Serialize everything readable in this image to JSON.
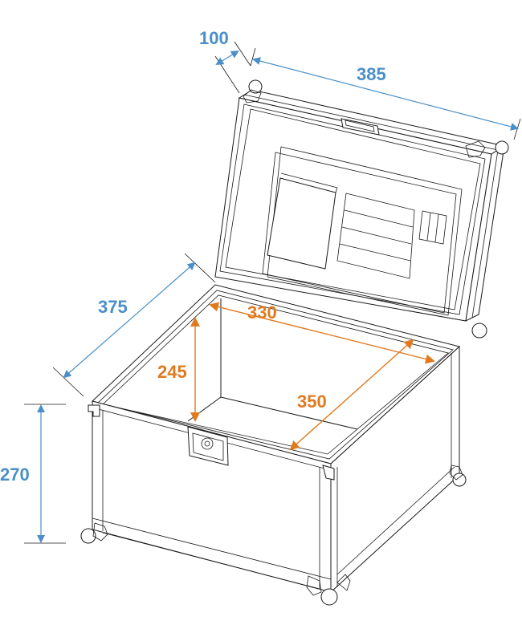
{
  "diagram": {
    "subject": "flight case with open lid",
    "colors": {
      "outer_dimension": "#4a8fc9",
      "inner_dimension": "#e07a1f",
      "line_art": "#1a1a1a",
      "background": "#ffffff"
    },
    "outer_dimensions": {
      "lid_depth": "100",
      "width": "385",
      "depth": "375",
      "height": "270"
    },
    "inner_dimensions": {
      "width": "330",
      "height": "245",
      "depth": "350"
    }
  }
}
